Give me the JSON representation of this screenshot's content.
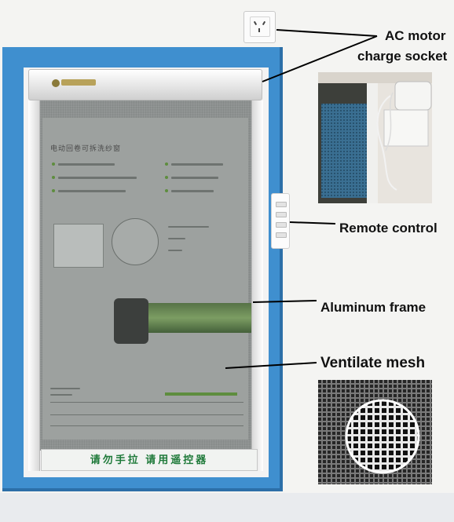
{
  "labels": {
    "ac_motor_line1": "AC motor",
    "ac_motor_line2": "charge socket",
    "remote_control": "Remote control",
    "aluminum_frame": "Aluminum frame",
    "ventilate_mesh": "Ventilate mesh"
  },
  "screen_bar_text": "请勿手拉   请用遥控器",
  "poster_title": "电动回卷可拆洗纱窗",
  "colors": {
    "frame_blue": "#3f8fcf",
    "bar_text_green": "#1f7a3a",
    "motor_green": "#6f8f55"
  }
}
